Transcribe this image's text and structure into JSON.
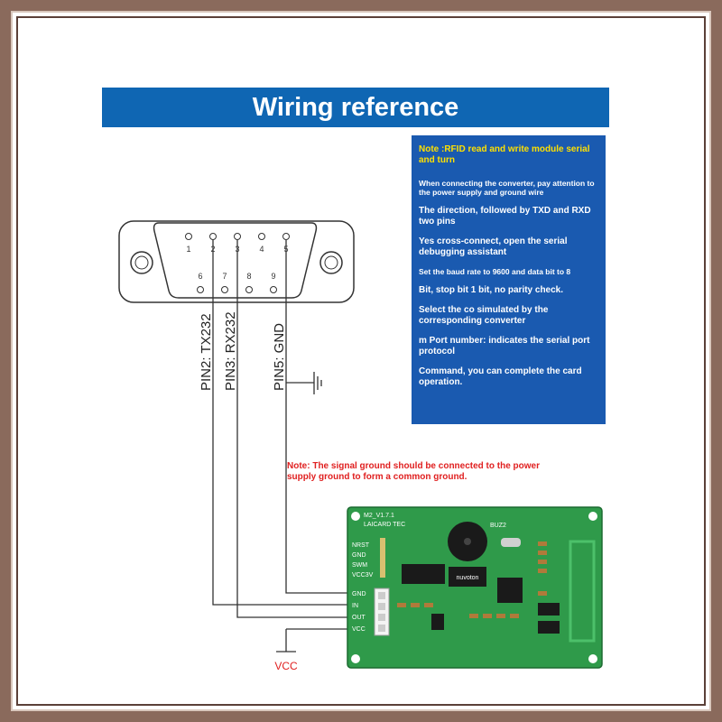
{
  "title": "Wiring reference",
  "notes": {
    "highlight": "Note :RFID read and write module serial and turn",
    "lines": [
      "When connecting the converter, pay attention to the power supply and ground wire",
      "The direction, followed by TXD and RXD two pins",
      "Yes cross-connect, open the serial debugging assistant",
      "Set the baud rate to 9600 and data bit to 8",
      "Bit, stop bit 1 bit, no parity check.",
      "Select the co simulated by the corresponding converter",
      "m Port number: indicates the serial port protocol",
      "Command, you can complete the card operation."
    ]
  },
  "ground_note": "Note: The signal ground should be connected to the power supply ground to form a common ground.",
  "connector": {
    "top_pins": [
      "1",
      "2",
      "3",
      "4",
      "5"
    ],
    "bottom_pins": [
      "6",
      "7",
      "8",
      "9"
    ]
  },
  "wire_labels": {
    "pin2": "PIN2: TX232",
    "pin3": "PIN3: RX232",
    "pin5": "PIN5: GND"
  },
  "vcc_label": "VCC",
  "board": {
    "model": "M2_V1.7.1",
    "maker": "LAICARD TEC",
    "left_labels": [
      "NRST",
      "GND",
      "SWM",
      "VCC3V"
    ],
    "header_labels": [
      "GND",
      "IN",
      "OUT",
      "VCC"
    ],
    "chip_text": "nuvoton",
    "buzzer_label": "BUZ2"
  }
}
